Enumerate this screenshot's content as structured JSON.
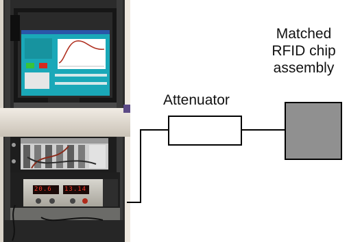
{
  "attenuator": {
    "label": "Attenuator"
  },
  "chip_assembly": {
    "label_lines": [
      "Matched",
      "RFID chip",
      "assembly"
    ]
  },
  "photo": {
    "readout_left": "20.6",
    "readout_right": "13.14"
  },
  "colors": {
    "line": "#000000",
    "chip_fill": "#909090",
    "attenuator_fill": "#ffffff",
    "screen": "#1aa8b8"
  }
}
